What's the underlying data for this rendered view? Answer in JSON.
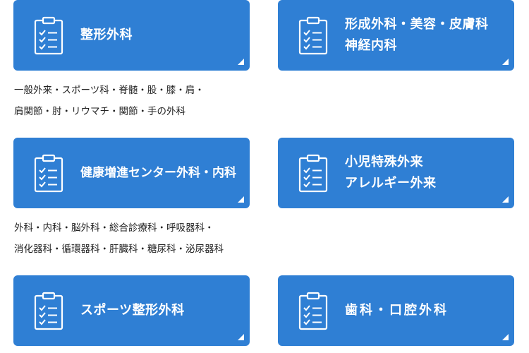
{
  "icon": "clipboard-checklist-icon",
  "colors": {
    "card_bg": "#2f7fd4",
    "card_text": "#ffffff",
    "desc_text": "#222222"
  },
  "cards": [
    {
      "lines": [
        "整形外科"
      ],
      "description": [
        "一般外来・スポーツ科・脊髄・股・膝・肩・",
        "肩関節・肘・リウマチ・関節・手の外科"
      ]
    },
    {
      "lines": [
        "形成外科・美容・皮膚科",
        "神経内科"
      ]
    },
    {
      "lines": [
        "健康増進センター外科・内科"
      ],
      "description": [
        "外科・内科・脳外科・総合診療科・呼吸器科・",
        "消化器科・循環器科・肝臓科・糖尿科・泌尿器科"
      ]
    },
    {
      "lines": [
        "小児特殊外来",
        "アレルギー外来"
      ]
    },
    {
      "lines": [
        "スポーツ整形外科"
      ]
    },
    {
      "lines": [
        "歯科・口腔外科"
      ]
    }
  ]
}
